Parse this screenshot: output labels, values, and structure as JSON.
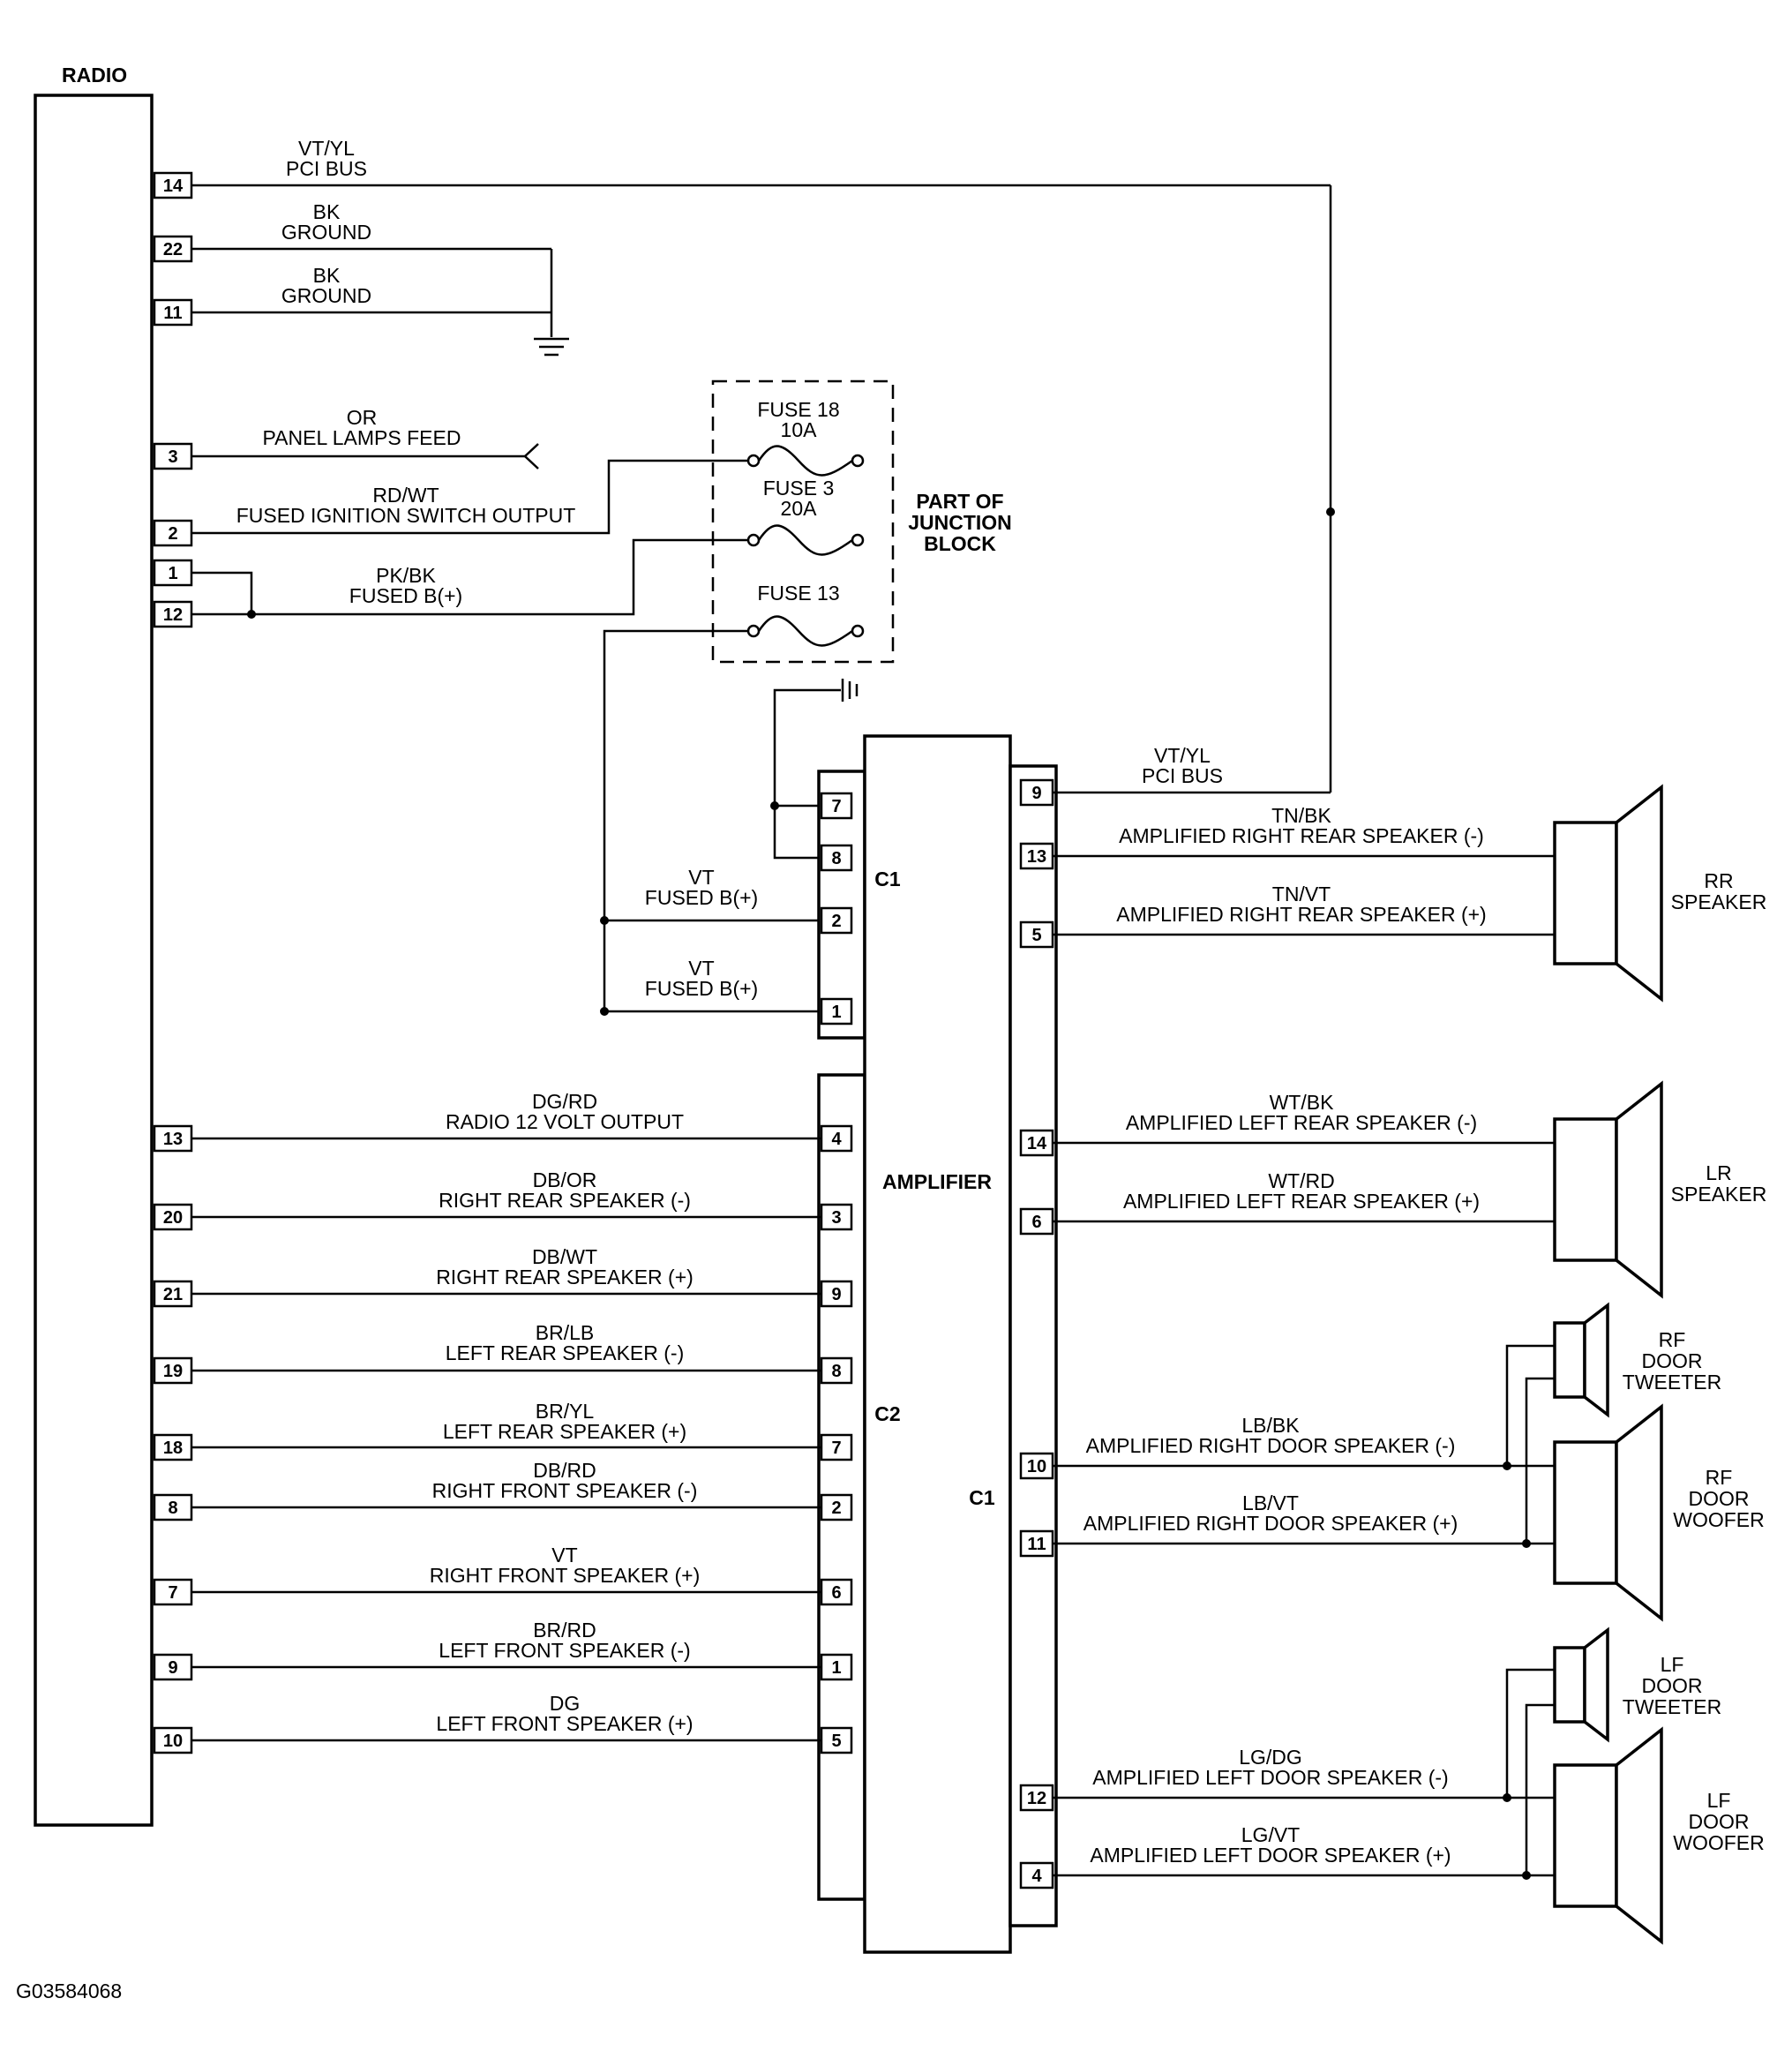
{
  "radio": {
    "title": "RADIO"
  },
  "radio_pins": {
    "p14": "14",
    "p22": "22",
    "p11": "11",
    "p3": "3",
    "p2": "2",
    "p1": "1",
    "p12": "12",
    "p13": "13",
    "p20": "20",
    "p21": "21",
    "p19": "19",
    "p18": "18",
    "p8": "8",
    "p7": "7",
    "p9": "9",
    "p10": "10"
  },
  "wires": {
    "pci1_color": "VT/YL",
    "pci1_name": "PCI BUS",
    "gnd1_color": "BK",
    "gnd1_name": "GROUND",
    "gnd2_color": "BK",
    "gnd2_name": "GROUND",
    "panel_color": "OR",
    "panel_name": "PANEL LAMPS FEED",
    "ign_color": "RD/WT",
    "ign_name": "FUSED IGNITION SWITCH OUTPUT",
    "fb_color": "PK/BK",
    "fb_name": "FUSED B(+)",
    "r12_color": "DG/RD",
    "r12_name": "RADIO 12 VOLT OUTPUT",
    "rrm_color": "DB/OR",
    "rrm_name": "RIGHT REAR SPEAKER (-)",
    "rrp_color": "DB/WT",
    "rrp_name": "RIGHT REAR SPEAKER (+)",
    "lrm_color": "BR/LB",
    "lrm_name": "LEFT REAR SPEAKER (-)",
    "lrp_color": "BR/YL",
    "lrp_name": "LEFT REAR SPEAKER (+)",
    "rfm_color": "DB/RD",
    "rfm_name": "RIGHT FRONT SPEAKER (-)",
    "rfp_color": "VT",
    "rfp_name": "RIGHT FRONT SPEAKER (+)",
    "lfm_color": "BR/RD",
    "lfm_name": "LEFT FRONT SPEAKER (-)",
    "lfp_color": "DG",
    "lfp_name": "LEFT FRONT SPEAKER (+)",
    "vt1_color": "VT",
    "vt1_name": "FUSED B(+)",
    "vt2_color": "VT",
    "vt2_name": "FUSED B(+)",
    "pci2_color": "VT/YL",
    "pci2_name": "PCI BUS",
    "arrm_color": "TN/BK",
    "arrm_name": "AMPLIFIED RIGHT REAR SPEAKER (-)",
    "arrp_color": "TN/VT",
    "arrp_name": "AMPLIFIED RIGHT REAR SPEAKER (+)",
    "alrm_color": "WT/BK",
    "alrm_name": "AMPLIFIED LEFT REAR SPEAKER (-)",
    "alrp_color": "WT/RD",
    "alrp_name": "AMPLIFIED LEFT REAR SPEAKER (+)",
    "ardm_color": "LB/BK",
    "ardm_name": "AMPLIFIED RIGHT DOOR SPEAKER (-)",
    "ardp_color": "LB/VT",
    "ardp_name": "AMPLIFIED RIGHT DOOR SPEAKER (+)",
    "aldm_color": "LG/DG",
    "aldm_name": "AMPLIFIED LEFT DOOR SPEAKER (-)",
    "aldp_color": "LG/VT",
    "aldp_name": "AMPLIFIED LEFT DOOR SPEAKER (+)"
  },
  "fuses": {
    "f18_name": "FUSE 18",
    "f18_rating": "10A",
    "f3_name": "FUSE 3",
    "f3_rating": "20A",
    "f13_name": "FUSE 13",
    "junction_1": "PART OF",
    "junction_2": "JUNCTION",
    "junction_3": "BLOCK"
  },
  "amplifier": {
    "title": "AMPLIFIER",
    "c1_top": "C1",
    "c2": "C2",
    "c1_right": "C1",
    "pins_top": {
      "p7": "7",
      "p8": "8",
      "p2": "2",
      "p1": "1"
    },
    "pins_left": {
      "p4": "4",
      "p3": "3",
      "p9": "9",
      "p8": "8",
      "p7": "7",
      "p2": "2",
      "p6": "6",
      "p1": "1",
      "p5": "5"
    },
    "pins_right": {
      "p9": "9",
      "p13": "13",
      "p5": "5",
      "p14": "14",
      "p6": "6",
      "p10": "10",
      "p11": "11",
      "p12": "12",
      "p4": "4"
    }
  },
  "speakers": {
    "rr_1": "RR",
    "rr_2": "SPEAKER",
    "lr_1": "LR",
    "lr_2": "SPEAKER",
    "rft_1": "RF",
    "rft_2": "DOOR",
    "rft_3": "TWEETER",
    "rfw_1": "RF",
    "rfw_2": "DOOR",
    "rfw_3": "WOOFER",
    "lft_1": "LF",
    "lft_2": "DOOR",
    "lft_3": "TWEETER",
    "lfw_1": "LF",
    "lfw_2": "DOOR",
    "lfw_3": "WOOFER"
  },
  "figure_id": "G03584068"
}
